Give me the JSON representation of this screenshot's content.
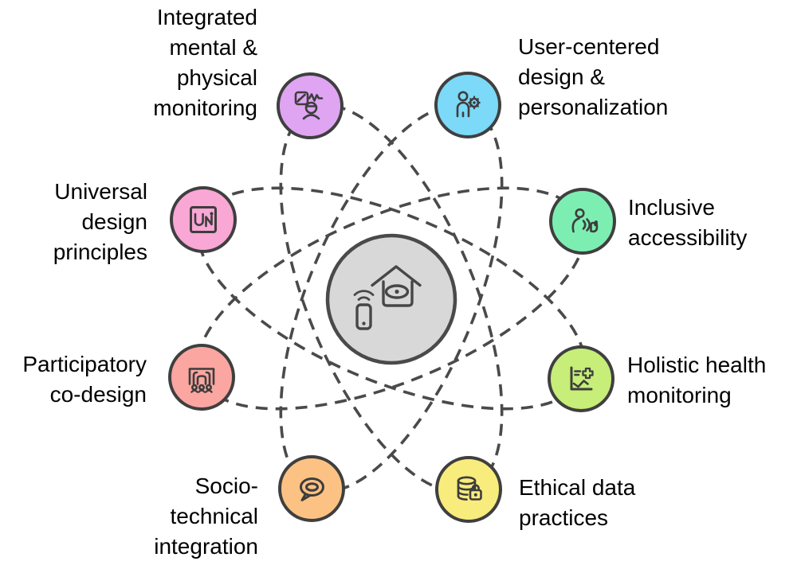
{
  "diagram": {
    "center": {
      "icon": "smart-home-monitoring-icon",
      "fill": "#d8d8d8",
      "stroke": "#4a4a4a"
    },
    "orbit_color": "#4a4a4a",
    "text_color": "#000000",
    "node_outline_color": "#3f3f3f",
    "nodes": [
      {
        "id": "integrated-monitoring",
        "label": "Integrated\nmental &\nphysical\nmonitoring",
        "color": "#dfa5f2",
        "icon": "mental-physical-monitoring-icon"
      },
      {
        "id": "user-centered",
        "label": "User-centered\ndesign &\npersonalization",
        "color": "#7cd9f7",
        "icon": "user-gear-icon"
      },
      {
        "id": "universal-design",
        "label": "Universal\ndesign\nprinciples",
        "color": "#f9a7d4",
        "icon": "universal-design-icon"
      },
      {
        "id": "inclusive-accessibility",
        "label": "Inclusive\naccessibility",
        "color": "#7deeb2",
        "icon": "accessibility-signing-icon"
      },
      {
        "id": "participatory-codesign",
        "label": "Participatory\nco-design",
        "color": "#fba6a1",
        "icon": "group-workshop-icon"
      },
      {
        "id": "holistic-health",
        "label": "Holistic health\nmonitoring",
        "color": "#c6ee78",
        "icon": "health-chart-icon"
      },
      {
        "id": "socio-technical",
        "label": "Socio-\ntechnical\nintegration",
        "color": "#fbc283",
        "icon": "speech-bubble-icon"
      },
      {
        "id": "ethical-data",
        "label": "Ethical data\npractices",
        "color": "#f8ec7d",
        "icon": "database-lock-icon"
      }
    ]
  }
}
